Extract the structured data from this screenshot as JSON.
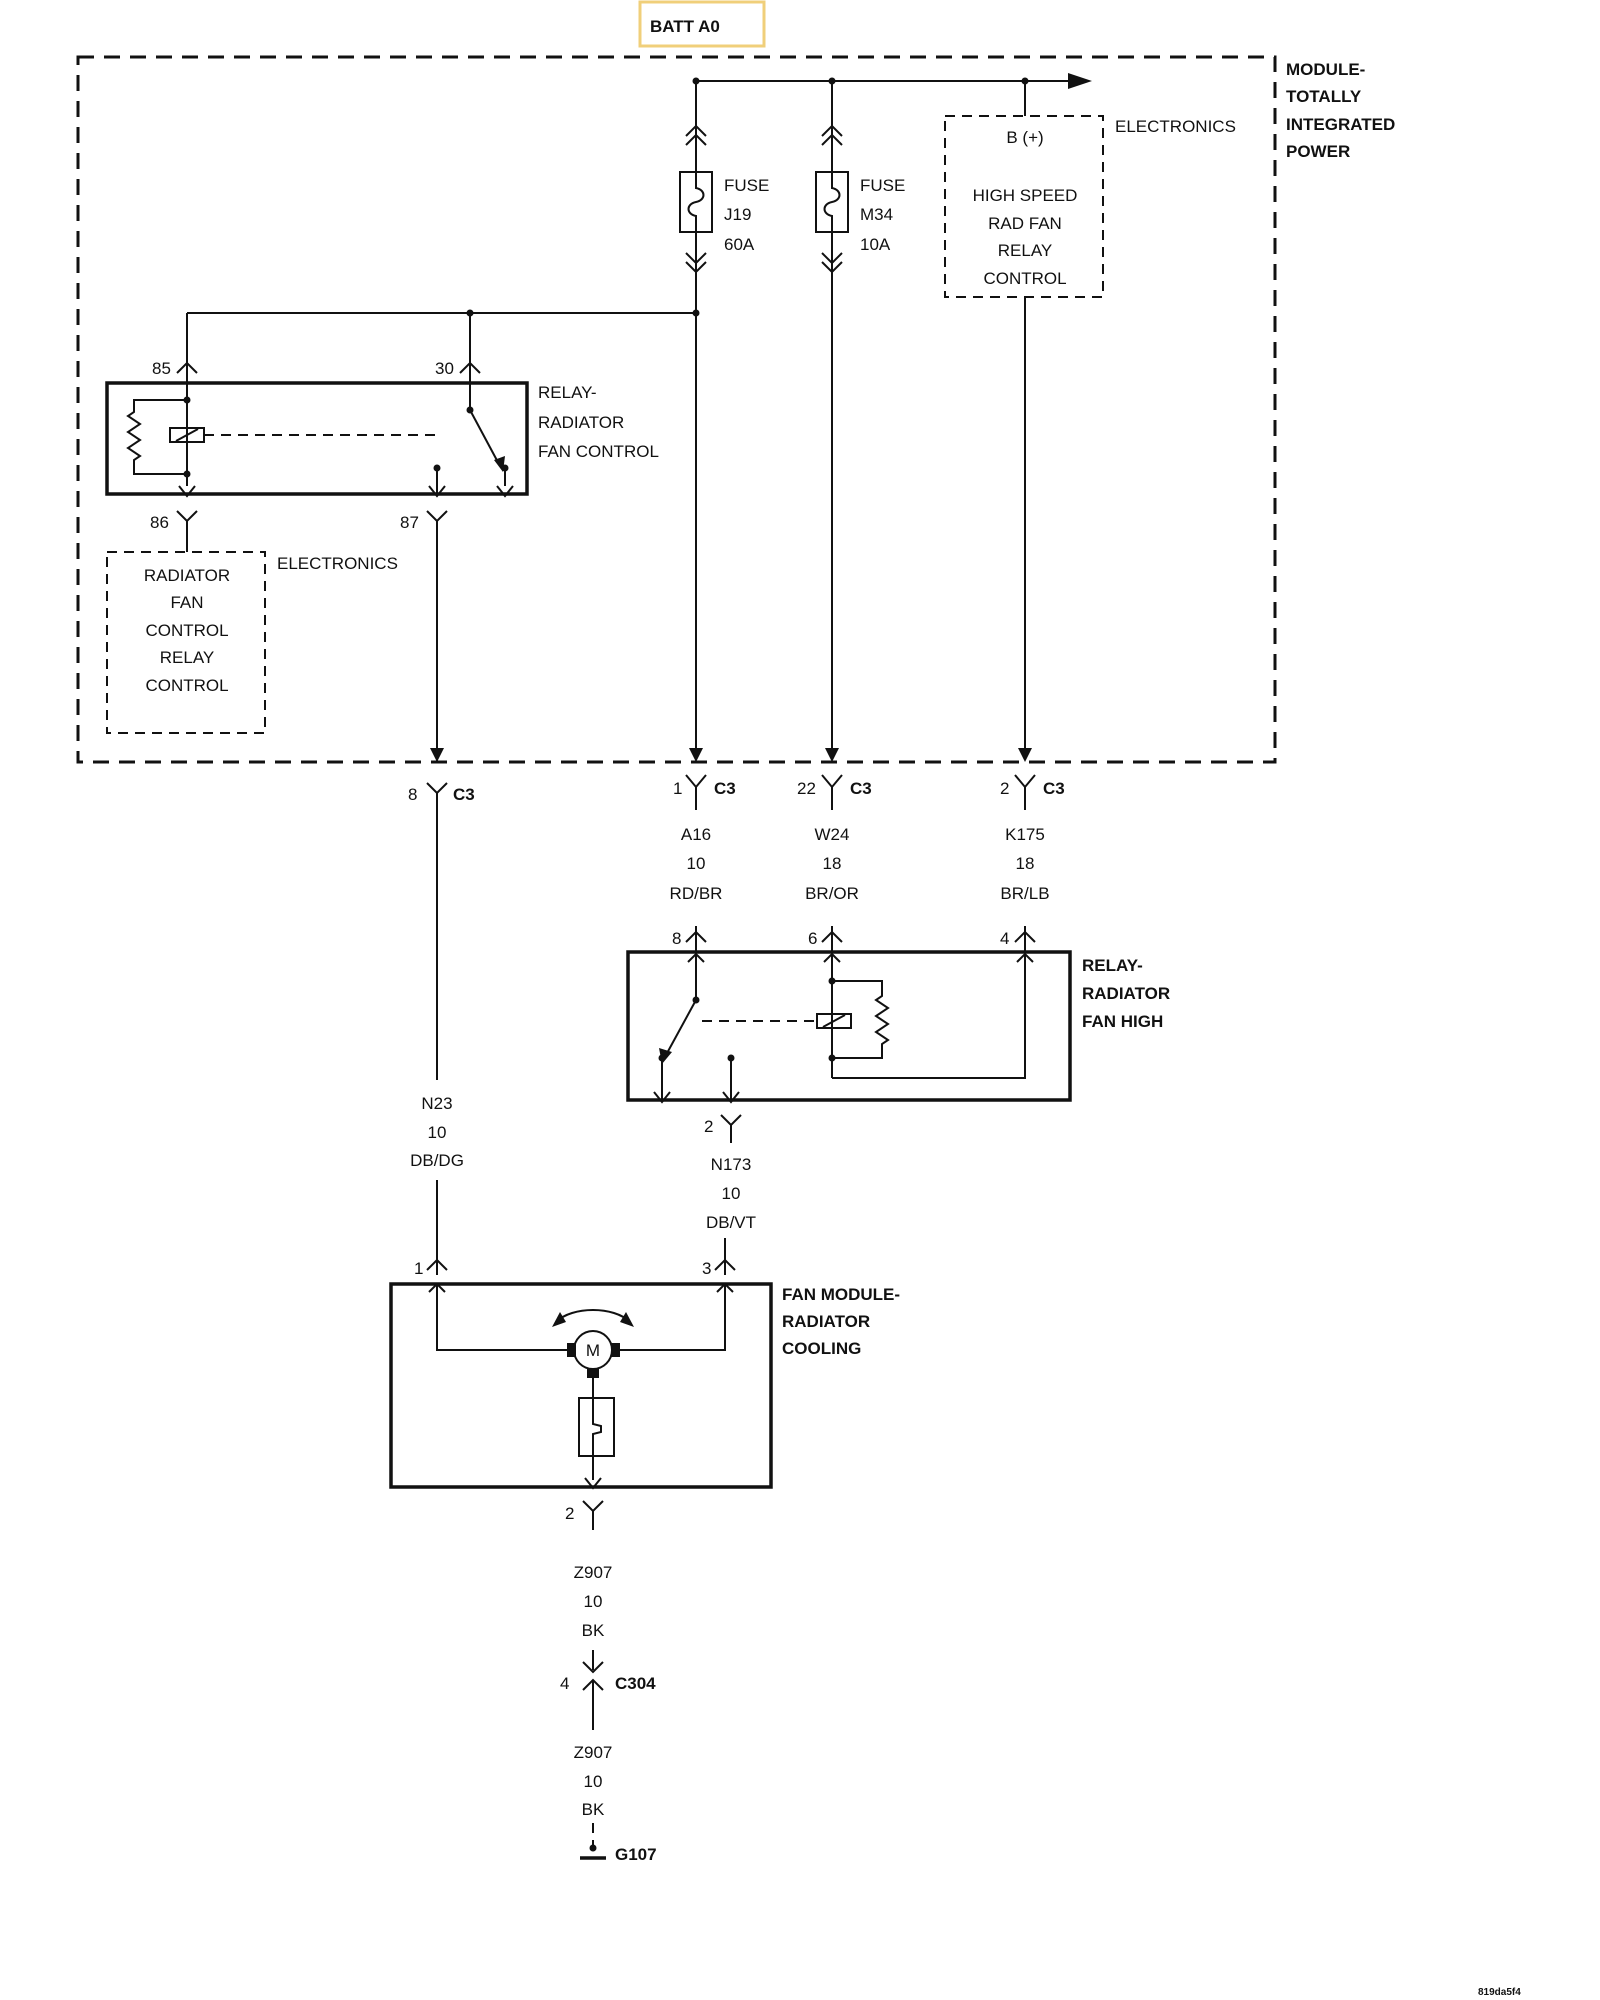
{
  "batt_label": "BATT A0",
  "colors": {
    "batt_box": "#f0cf7a",
    "ink": "#111111"
  },
  "module": {
    "line1": "MODULE-",
    "line2": "TOTALLY",
    "line3": "INTEGRATED",
    "line4": "POWER"
  },
  "electronics_top": "ELECTRONICS",
  "hs_control": {
    "pin": "B (+)",
    "line1": "HIGH SPEED",
    "line2": "RAD FAN",
    "line3": "RELAY",
    "line4": "CONTROL"
  },
  "fuse_j19": {
    "line1": "FUSE",
    "line2": "J19",
    "line3": "60A"
  },
  "fuse_m34": {
    "line1": "FUSE",
    "line2": "M34",
    "line3": "10A"
  },
  "relay_rfc": {
    "line1": "RELAY-",
    "line2": "RADIATOR",
    "line3": "FAN CONTROL",
    "pin85": "85",
    "pin30": "30",
    "pin86": "86",
    "pin87": "87"
  },
  "rfc_control": {
    "electronics": "ELECTRONICS",
    "line1": "RADIATOR",
    "line2": "FAN",
    "line3": "CONTROL",
    "line4": "RELAY",
    "line5": "CONTROL"
  },
  "connectors": {
    "c3_8": {
      "pin": "8",
      "name": "C3"
    },
    "c3_1": {
      "pin": "1",
      "name": "C3"
    },
    "c3_22": {
      "pin": "22",
      "name": "C3"
    },
    "c3_2": {
      "pin": "2",
      "name": "C3"
    },
    "c304": {
      "pin": "4",
      "name": "C304"
    }
  },
  "wires": {
    "a16": {
      "circuit": "A16",
      "gauge": "10",
      "color": "RD/BR"
    },
    "w24": {
      "circuit": "W24",
      "gauge": "18",
      "color": "BR/OR"
    },
    "k175": {
      "circuit": "K175",
      "gauge": "18",
      "color": "BR/LB"
    },
    "n23": {
      "circuit": "N23",
      "gauge": "10",
      "color": "DB/DG"
    },
    "n173": {
      "circuit": "N173",
      "gauge": "10",
      "color": "DB/VT"
    },
    "z907a": {
      "circuit": "Z907",
      "gauge": "10",
      "color": "BK"
    },
    "z907b": {
      "circuit": "Z907",
      "gauge": "10",
      "color": "BK"
    }
  },
  "relay_high": {
    "line1": "RELAY-",
    "line2": "RADIATOR",
    "line3": "FAN HIGH",
    "pin8": "8",
    "pin6": "6",
    "pin4": "4",
    "pin2": "2"
  },
  "fan_module": {
    "line1": "FAN MODULE-",
    "line2": "RADIATOR",
    "line3": "COOLING",
    "pin1": "1",
    "pin3": "3",
    "pin2": "2",
    "motor": "M"
  },
  "ground": "G107",
  "footer_code": "819da5f4"
}
